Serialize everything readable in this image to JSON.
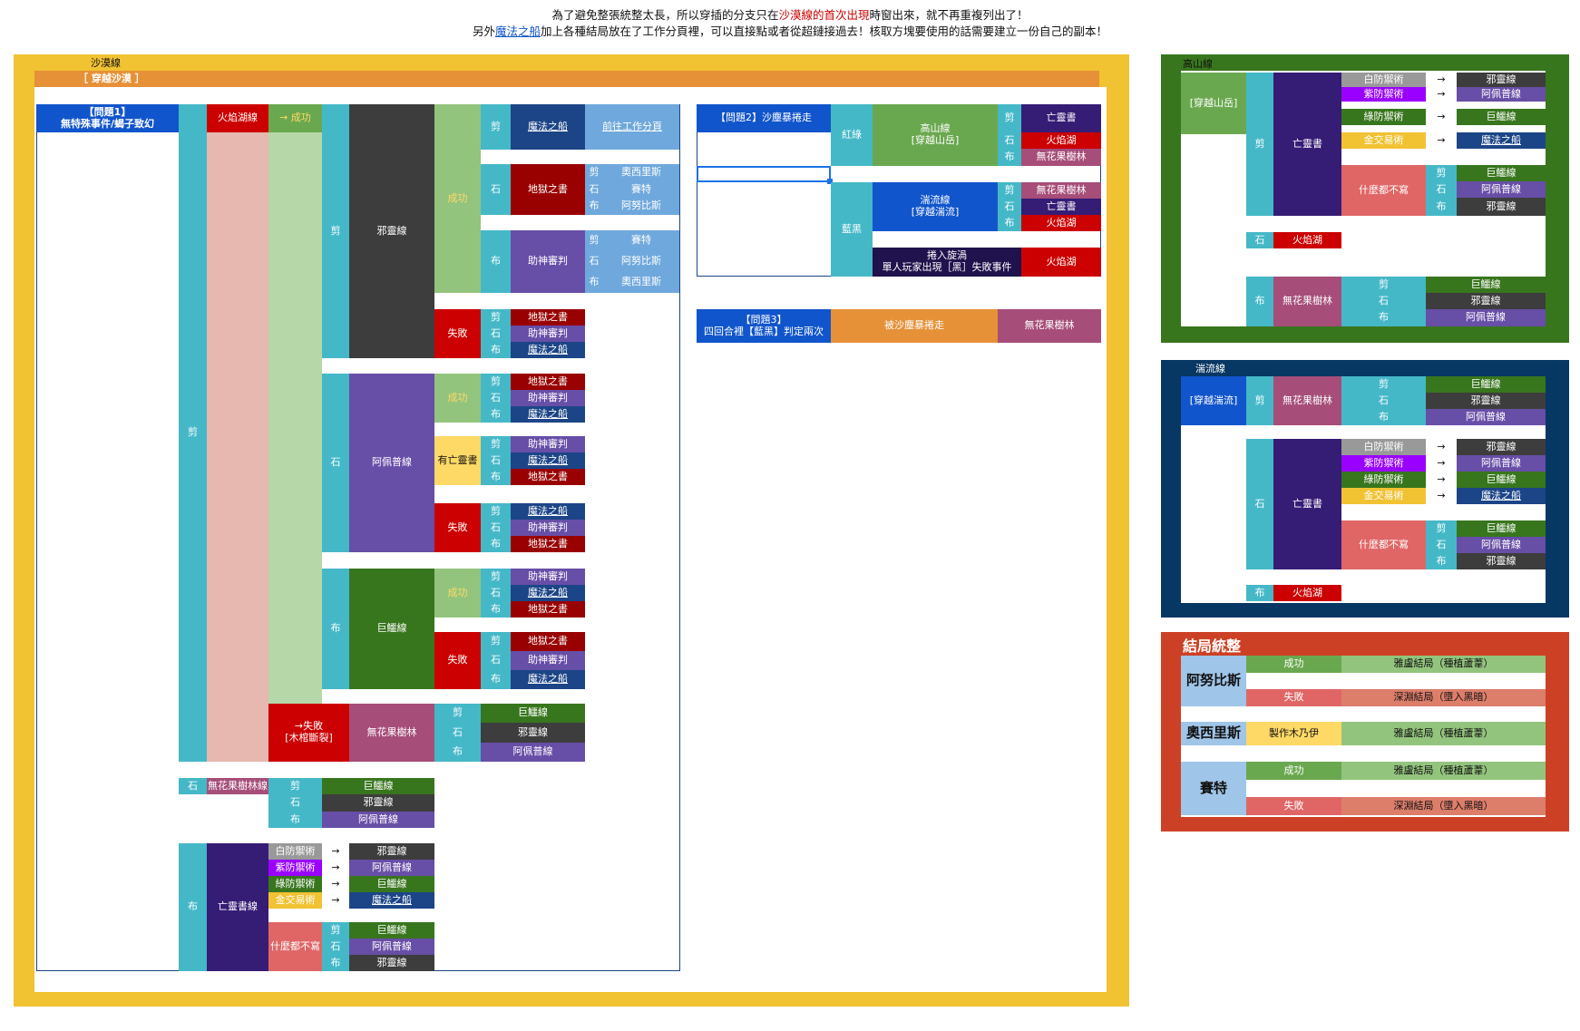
{
  "header": {
    "line1_a": "為了避免整張統整太長，所以穿插的分支只在",
    "line1_b": "沙漠線的首次出現",
    "line1_c": "時窗出來，就不再重複列出了！",
    "line2_a": "另外",
    "line2_link": "魔法之船",
    "line2_b": "加上各種結局放在了工作分頁裡，可以直接點或者從超鏈接過去！核取方塊要使用的話需要建立一份自己的副本！"
  },
  "desert": {
    "title": "沙漠線",
    "bar": "［ 穿越沙漠 ］",
    "q1": "【問題1】\n無特殊事件/蝎子致幻",
    "scissors": "剪",
    "fire_lake_line": "火焰湖線",
    "success_arrow": "→ 成功",
    "evil_line": "邪靈線",
    "success": "成功",
    "fail": "失敗",
    "magic_ship": "魔法之船",
    "goto_work": "前往工作分頁",
    "hell_book": "地獄之書",
    "helper_judge": "助神審判",
    "osiris": "奧西里斯",
    "set": "賽特",
    "anubis": "阿努比斯",
    "rock": "石",
    "cloth": "布",
    "apep_line": "阿佩普線",
    "has_dead_book": "有亡靈書",
    "croc_line": "巨鱷線",
    "fail_coffin": "→失敗\n[木棺斷裂]",
    "fig_forest": "無花果樹林",
    "fig_forest_line": "無花果樹林線",
    "dead_book_line": "亡靈書線",
    "white_ward": "白防禦術",
    "purple_ward": "紫防禦術",
    "green_ward": "綠防禦術",
    "gold_trade": "金交易術",
    "arrow": "→",
    "nothing": "什麼都不寫"
  },
  "q2": {
    "title": "【問題2】沙塵暴捲走",
    "red_green": "紅綠",
    "highland": "高山線\n[穿越山岳]",
    "dead_book": "亡靈書",
    "fire_lake": "火焰湖",
    "fig_forest": "無花果樹林",
    "blue_black": "藍黑",
    "rapids": "湍流線\n[穿越湍流]",
    "vortex": "捲入旋渦\n單人玩家出現［黑］失敗事件"
  },
  "q3": {
    "title": "【問題3】\n四回合裡【藍黑】判定兩次",
    "swept": "被沙塵暴捲走",
    "fig_forest": "無花果樹林"
  },
  "highland": {
    "title": "高山線",
    "cross": "[穿越山岳]"
  },
  "rapids": {
    "title": "湍流線",
    "cross": "[穿越湍流]"
  },
  "endings": {
    "title": "結局統整",
    "anubis": "阿努比斯",
    "osiris": "奧西里斯",
    "set": "賽特",
    "success": "成功",
    "fail": "失敗",
    "mummy": "製作木乃伊",
    "good_end": "雅盧結局（種植蘆葦）",
    "bad_end": "深淵結局（墮入黑暗）"
  },
  "colors": {
    "yellow_frame": "#f1c232",
    "orange": "#e69138",
    "teal": "#45b8c8",
    "blue": "#1155cc",
    "navy": "#1c4587",
    "dark_gray": "#3d3d3d",
    "purple_apep": "#674ea7",
    "green_croc": "#38761d",
    "red": "#cc0000",
    "dark_red": "#990000",
    "fig": "#a64d79",
    "dead_book": "#351c75",
    "light_green": "#93c47d",
    "pale_green": "#b6d7a8",
    "pale_pink": "#e6b8af",
    "light_blue": "#6fa8dc",
    "rapids_bg": "#073763",
    "ending_bg": "#cc4125"
  }
}
